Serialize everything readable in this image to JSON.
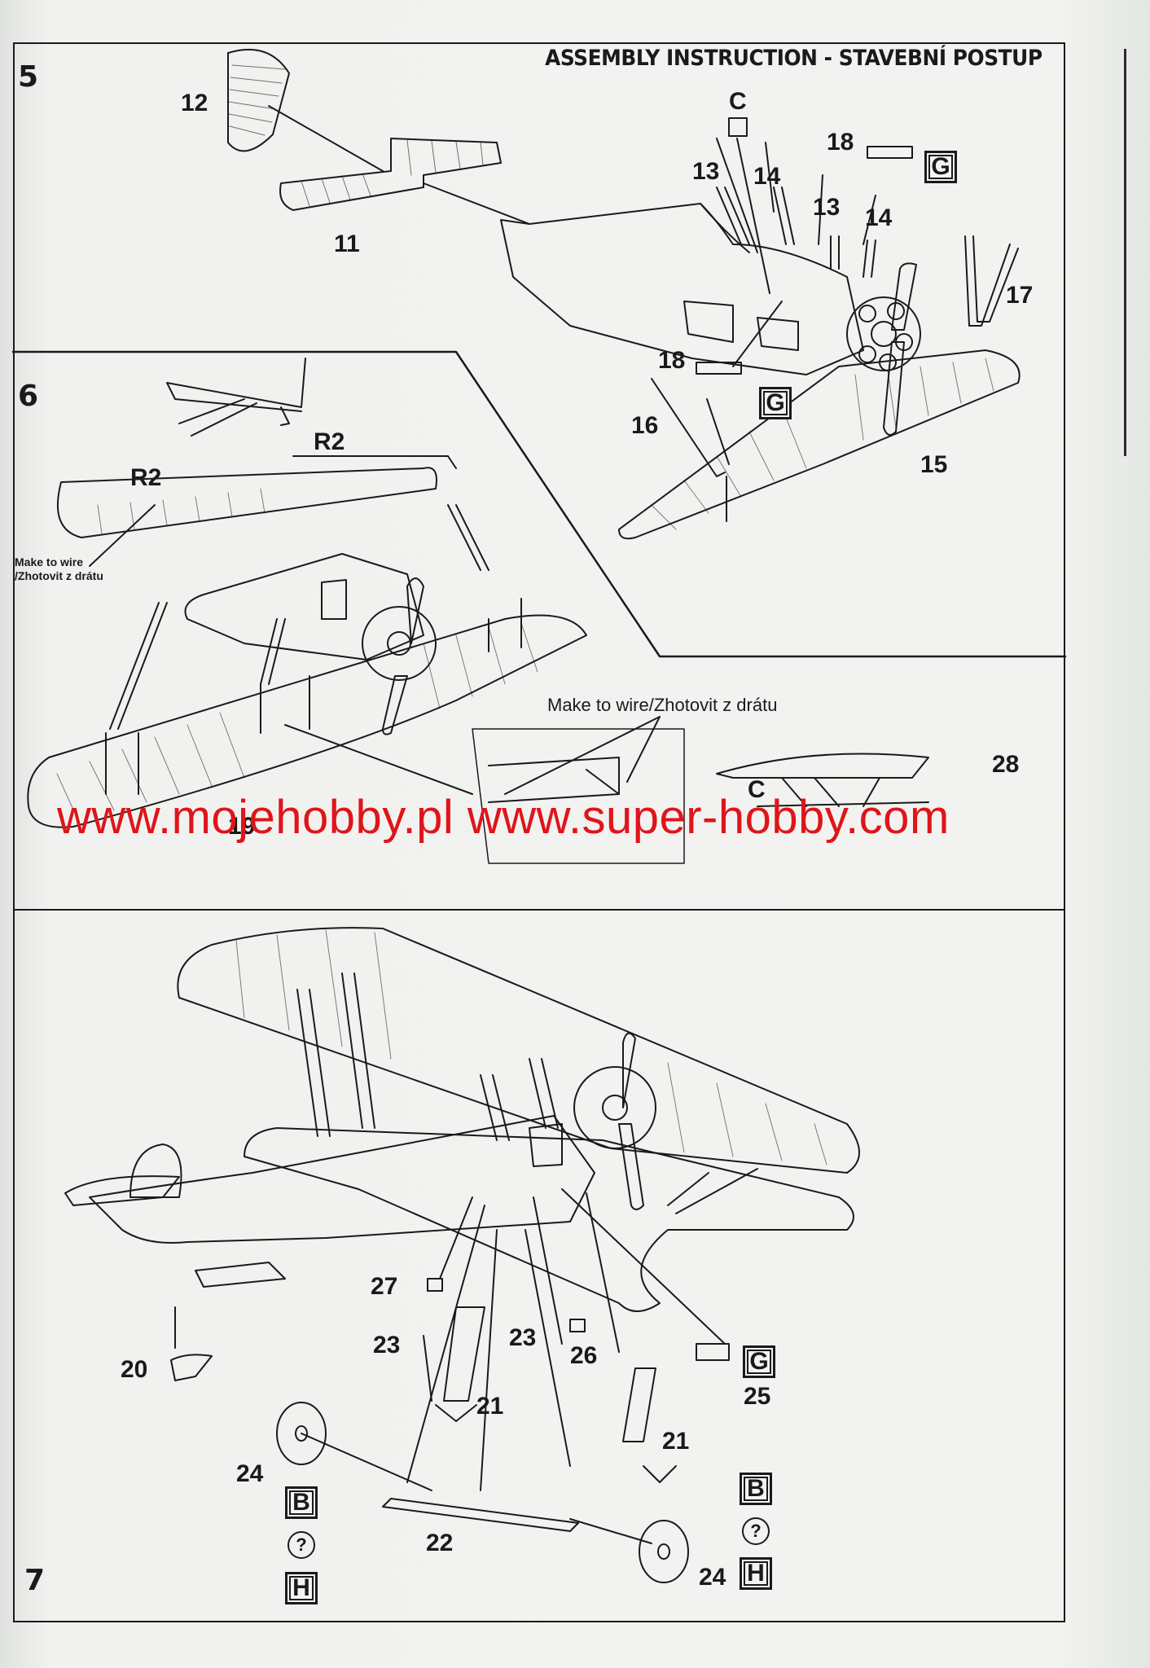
{
  "header": {
    "title": "ASSEMBLY INSTRUCTION - STAVEBNÍ POSTUP"
  },
  "steps": [
    {
      "number": "5"
    },
    {
      "number": "6"
    },
    {
      "number": "7"
    }
  ],
  "step5_callouts": {
    "c11": "11",
    "c12": "12",
    "c13a": "13",
    "c14a": "14",
    "c13b": "13",
    "c14b": "14",
    "c15": "15",
    "c16": "16",
    "c17": "17",
    "c18a": "18",
    "c18b": "18",
    "cC": "C",
    "boxG1": "G",
    "boxG2": "G"
  },
  "step6_callouts": {
    "r2_top": "R2",
    "r2_left": "R2",
    "wire_note_left": "Make to wire\n/Zhotovit z drátu",
    "wire_note_center": "Make to wire/Zhotovit z drátu",
    "c19": "19",
    "cC": "C",
    "c28": "28"
  },
  "step7_callouts": {
    "c20": "20",
    "c21a": "21",
    "c21b": "21",
    "c22": "22",
    "c23a": "23",
    "c23b": "23",
    "c24a": "24",
    "c24b": "24",
    "c25": "25",
    "c26": "26",
    "c27": "27",
    "boxG": "G",
    "boxB1": "B",
    "boxH1": "H",
    "boxB2": "B",
    "boxH2": "H",
    "q1": "?",
    "q2": "?"
  },
  "watermark": "www.mojehobby.pl www.super-hobby.com",
  "colors": {
    "ink": "#1a1a1a",
    "paper": "#f2f3f0",
    "watermark": "#e0141a"
  }
}
